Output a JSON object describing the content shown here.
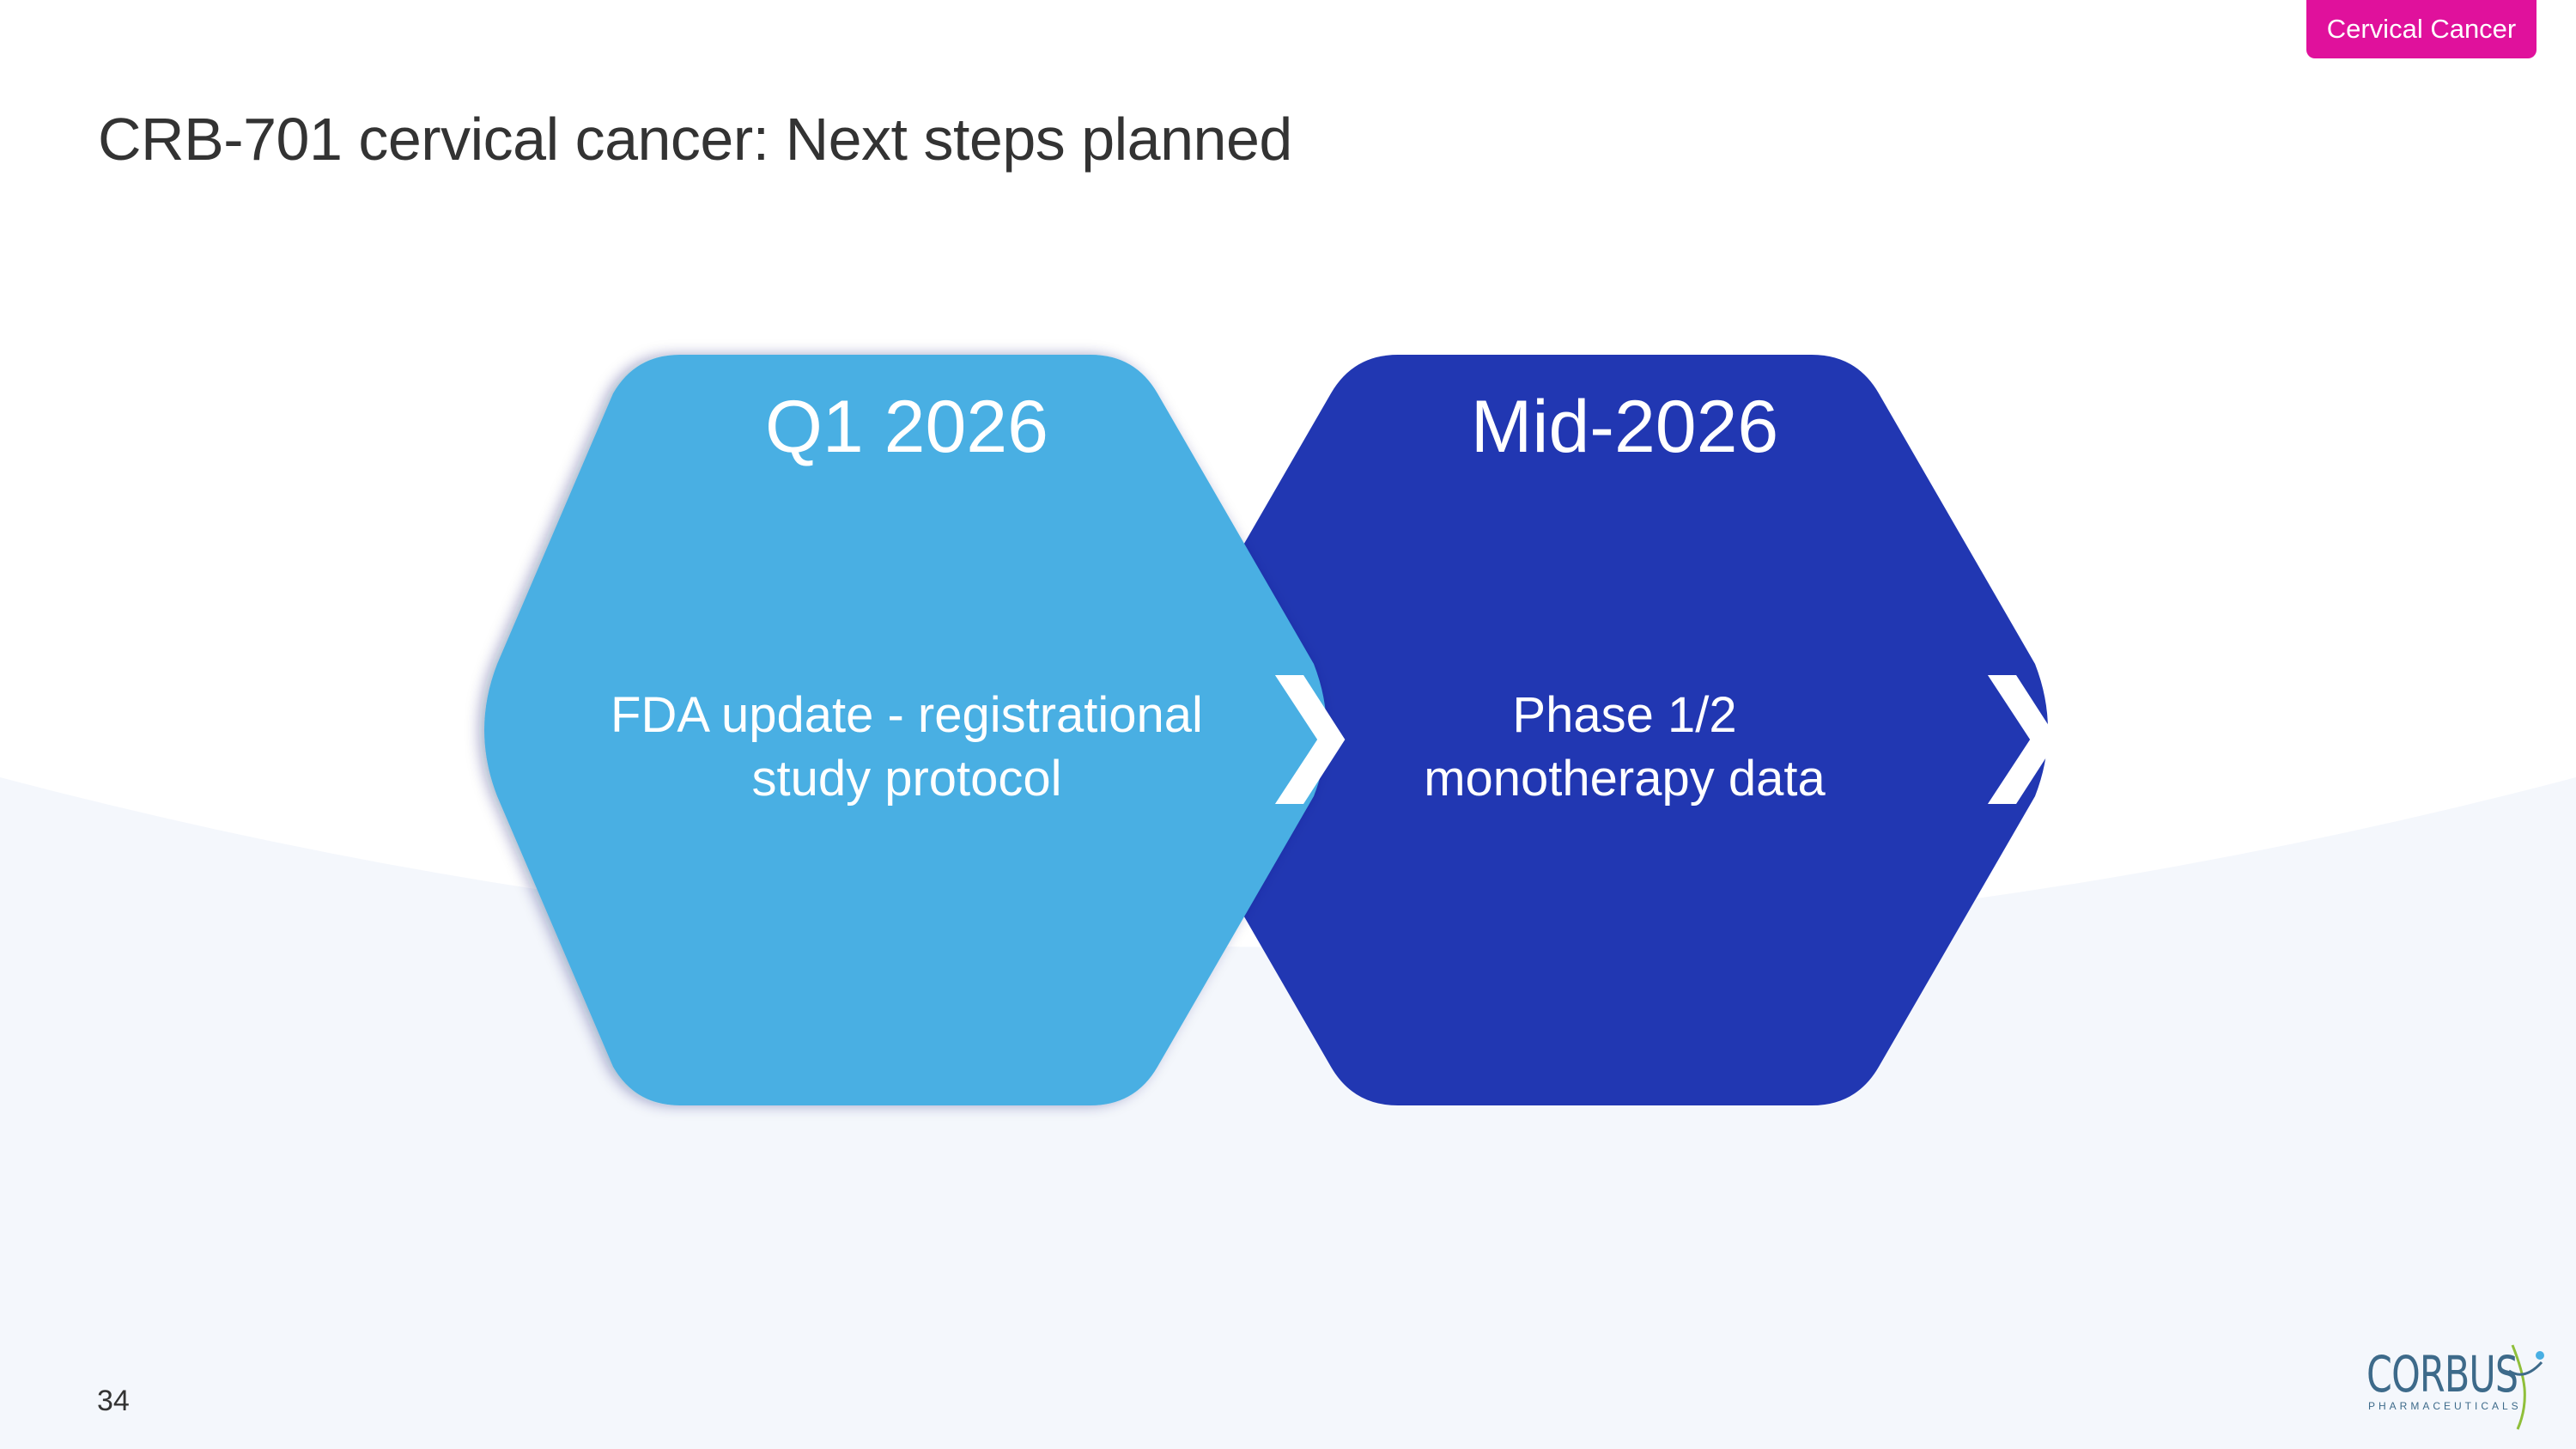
{
  "tag": {
    "label": "Cervical Cancer"
  },
  "slide": {
    "title": "CRB-701 cervical cancer: Next steps planned",
    "page_number": "34"
  },
  "milestones": [
    {
      "period": "Q1 2026",
      "description_lines": [
        "FDA update - registrational",
        "study protocol"
      ],
      "color": "#48afe3"
    },
    {
      "period": "Mid-2026",
      "description_lines": [
        "Phase 1/2",
        "monotherapy data"
      ],
      "color": "#2137b2"
    }
  ],
  "icons": {
    "chevron": "chevron-right-icon"
  },
  "logo": {
    "name": "CORBUS",
    "subtitle": "PHARMACEUTICALS"
  },
  "colors": {
    "tag": "#e0119c",
    "title_text": "#333333",
    "background_wave": "#f4f7fc"
  }
}
